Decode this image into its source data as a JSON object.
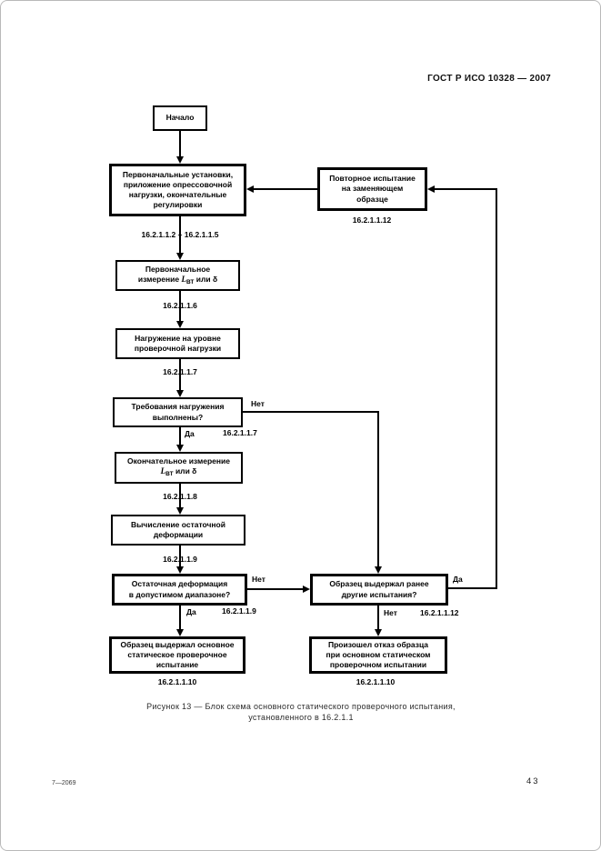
{
  "page": {
    "header": "ГОСТ Р ИСО 10328 — 2007",
    "caption": "Рисунок 13 — Блок схема основного статического проверочного испытания,\nустановленного в 16.2.1.1",
    "footer_left": "7—2069",
    "page_number": "43"
  },
  "flowchart": {
    "start": {
      "label": "Начало"
    },
    "initial_setup": {
      "label": "Первоначальные установки,\nприложение опрессовочной\nнагрузки, окончательные\nрегулировки",
      "ref": "16.2.1.1.2 – 16.2.1.1.5"
    },
    "repeat_test": {
      "label": "Повторное испытание\nна заменяющем\nобразце",
      "ref": "16.2.1.1.12"
    },
    "initial_measurement": {
      "line1": "Первоначальное",
      "line2_pre": "измерение ",
      "symbol": "L",
      "symbol_sub": "ВТ",
      "line2_post": " или δ",
      "ref": "16.2.1.1.6"
    },
    "loading": {
      "label": "Нагружение на уровне\nпроверочной нагрузки",
      "ref": "16.2.1.1.7"
    },
    "load_requirements": {
      "label": "Требования нагружения\nвыполнены?",
      "yes": "Да",
      "no": "Нет",
      "ref": "16.2.1.1.7"
    },
    "final_measurement": {
      "line1": "Окончательное измерение",
      "symbol": "L",
      "symbol_sub": "ВТ",
      "line2_post": " или δ",
      "ref": "16.2.1.1.8"
    },
    "residual_calc": {
      "label": "Вычисление остаточной\nдеформации",
      "ref": "16.2.1.1.9"
    },
    "residual_decision": {
      "label": "Остаточная деформация\nв допустимом диапазоне?",
      "yes": "Да",
      "no": "Нет",
      "ref": "16.2.1.1.9"
    },
    "previous_tests": {
      "label": "Образец выдержал ранее\nдругие испытания?",
      "yes": "Да",
      "no": "Нет",
      "ref": "16.2.1.1.12"
    },
    "passed": {
      "label": "Образец выдержал основное\nстатическое проверочное\nиспытание",
      "ref": "16.2.1.1.10"
    },
    "failed": {
      "label": "Произошел отказ образца\nпри основном статическом\nпроверочном испытании",
      "ref": "16.2.1.1.10"
    }
  }
}
